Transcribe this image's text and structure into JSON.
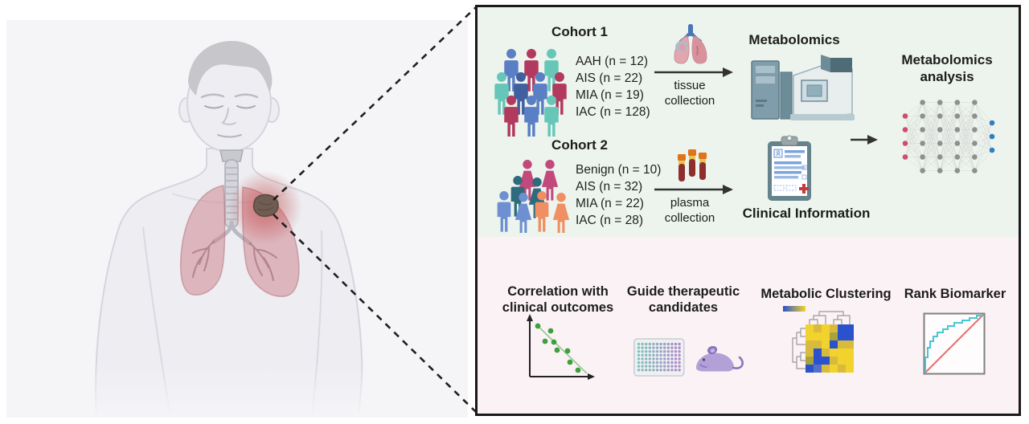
{
  "figure": {
    "type": "graphical-abstract-lung-cancer-metabolomics",
    "cohort1": {
      "title": "Cohort 1",
      "people_icon": "crowd-icon",
      "items": [
        "AAH (n = 12)",
        "AIS (n = 22)",
        "MIA (n = 19)",
        "IAC (n = 128)"
      ],
      "collection_icon": "lungs-icon",
      "collection_label": "tissue collection"
    },
    "cohort2": {
      "title": "Cohort 2",
      "people_icon": "family-crowd-icon",
      "items": [
        "Benign (n = 10)",
        "AIS (n = 32)",
        "MIA (n = 22)",
        "IAC (n = 28)"
      ],
      "collection_icon": "blood-tubes-icon",
      "collection_label": "plasma collection"
    },
    "metabolomics": {
      "title": "Metabolomics",
      "icon": "mass-spectrometer-icon"
    },
    "clinical": {
      "title": "Clinical Information",
      "icon": "clipboard-icon"
    },
    "analysis": {
      "title": "Metabolomics analysis",
      "icon": "neural-network-icon"
    },
    "outcomes": [
      {
        "title": "Correlation with clinical outcomes",
        "icon": "scatter-plot-icon"
      },
      {
        "title": "Guide therapeutic candidates",
        "icon": "well-plate-and-mouse-icon"
      },
      {
        "title": "Metabolic Clustering",
        "icon": "heatmap-dendrogram-icon"
      },
      {
        "title": "Rank Biomarker",
        "icon": "roc-curve-icon"
      }
    ]
  },
  "colors": {
    "panel_border": "#1a1a1a",
    "top_section_bg": "#edf4ed",
    "bottom_section_bg": "#fbf2f6",
    "scene_bg": "#f5f5f8",
    "lung_pink": "#cd8791",
    "tumor_brown": "#6f5c52",
    "arrow_dark": "#333333"
  },
  "heatmap": {
    "palette": {
      "Y": "#f2d32e",
      "G": "#d8bb3c",
      "O": "#a8a23c",
      "B": "#2a52cc",
      "L": "#5570cc"
    },
    "rows": [
      "YGYGBB",
      "YYYOBB",
      "GGYBGG",
      "GBGYYY",
      "OBBGYY",
      "BLGYGY"
    ],
    "colorbar": [
      "#2a52cc",
      "#f2d32e"
    ]
  },
  "well_plate": {
    "start_color": "#7ec4bc",
    "end_color": "#b089c9",
    "cols": 12,
    "rows": 8
  },
  "neural_network": {
    "layers": [
      4,
      6,
      6,
      6,
      6,
      3
    ],
    "input_color": "#cf4d6e",
    "hidden_color": "#8f8f8f",
    "output_color": "#2f7fc1"
  }
}
